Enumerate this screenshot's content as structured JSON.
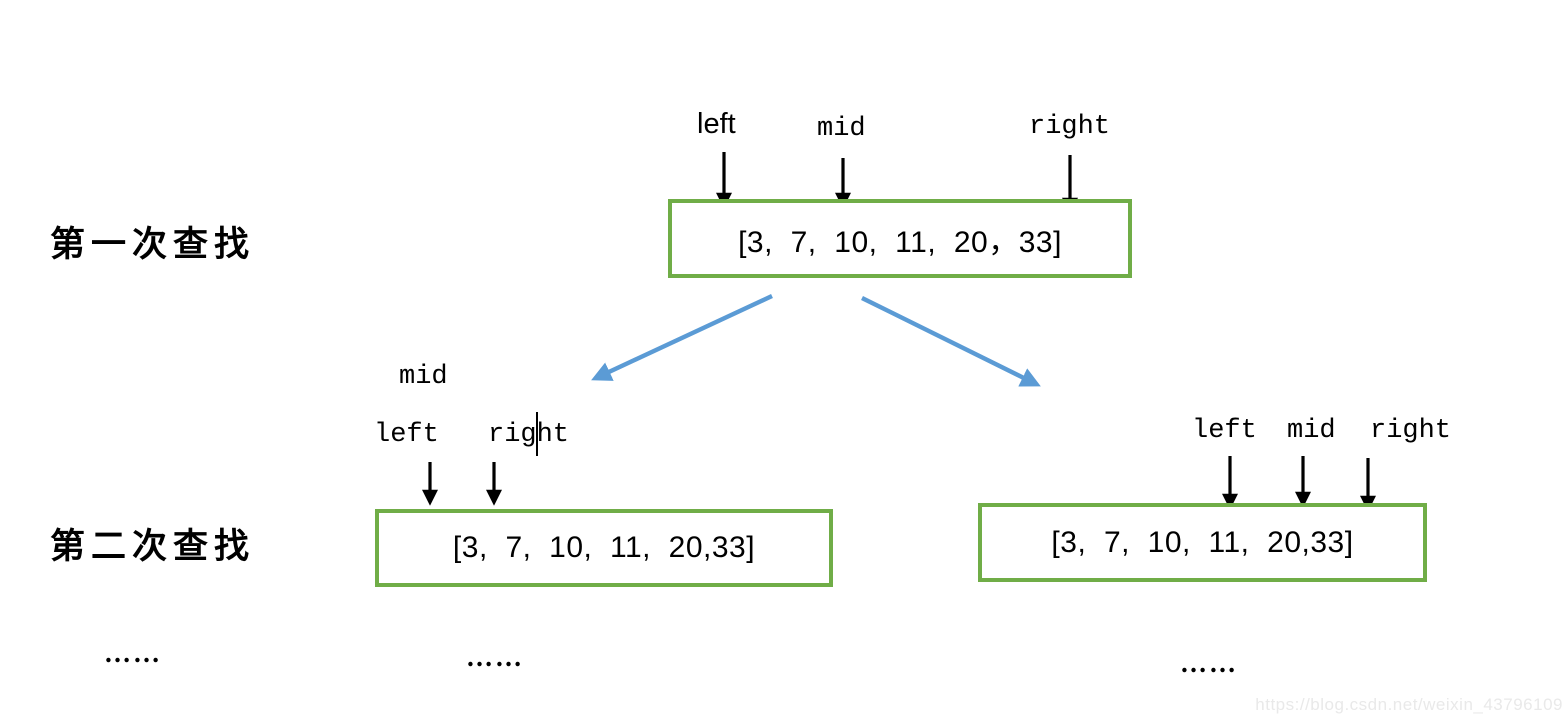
{
  "diagram": {
    "step1": {
      "label": "第一次查找",
      "pointers": {
        "left": "left",
        "mid": "mid",
        "right": "right"
      },
      "array_text": "[3,  7,  10,  11,  20，33]",
      "array_values": [
        3,
        7,
        10,
        11,
        20,
        33
      ]
    },
    "step2": {
      "label": "第二次查找",
      "left_branch": {
        "pointers": {
          "mid": "mid",
          "left": "left",
          "right": "right"
        },
        "array_text": "[3,  7,  10,  11,  20,33]",
        "array_values": [
          3,
          7,
          10,
          11,
          20,
          33
        ]
      },
      "right_branch": {
        "pointers": {
          "left": "left",
          "mid": "mid",
          "right": "right"
        },
        "array_text": "[3,  7,  10,  11,  20,33]",
        "array_values": [
          3,
          7,
          10,
          11,
          20,
          33
        ]
      }
    },
    "ellipsis": {
      "label_row": "……",
      "left_branch": "……",
      "right_branch": "……"
    }
  },
  "watermark": "https://blog.csdn.net/weixin_43796109",
  "colors": {
    "box_border": "#70AD47",
    "branch_arrow": "#5B9BD5",
    "pointer_arrow": "#000000",
    "watermark": "#E9E9E9"
  }
}
